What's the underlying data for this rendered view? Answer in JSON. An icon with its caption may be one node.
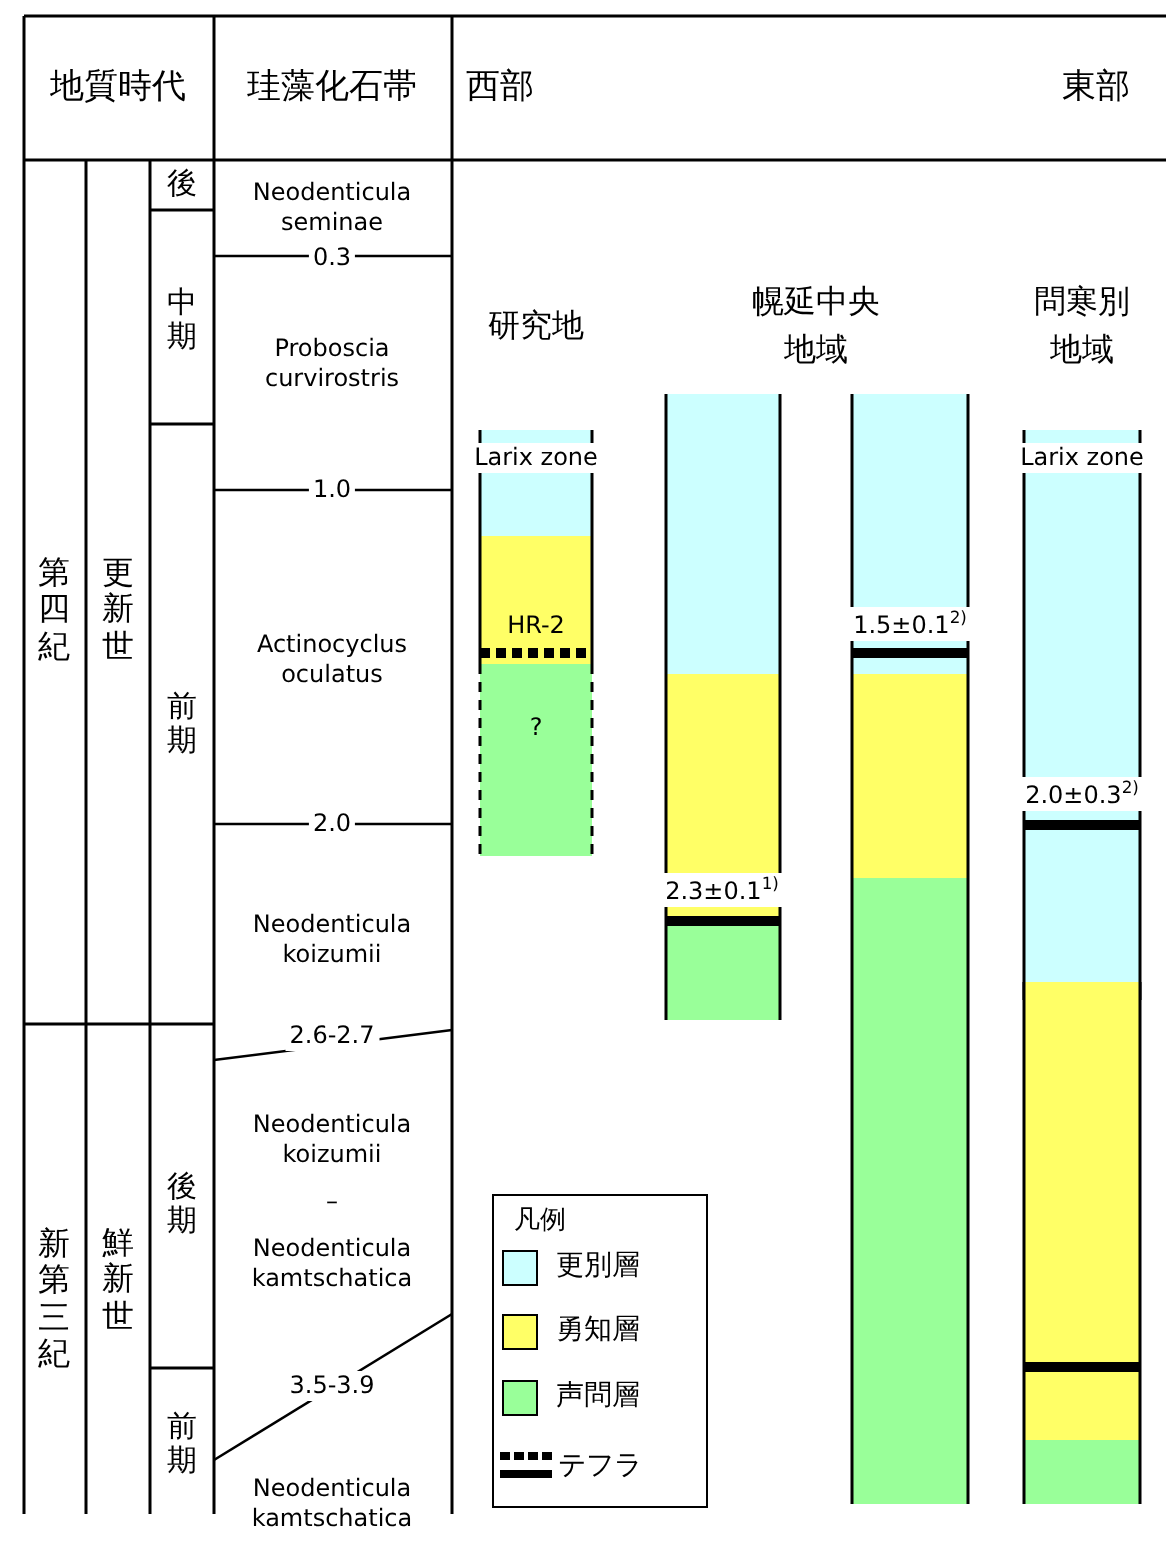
{
  "diagram": {
    "labels": [
      "地質時代",
      "珪藻化石帯",
      "西部",
      "東部",
      "後",
      "Neodenticula seminae",
      "0.3",
      "中期",
      "Proboscia curvirostris",
      "研究地",
      "幌延中央地域",
      "問寒別地域",
      "Larix zone",
      "Larix zone",
      "第四紀",
      "更新世",
      "1.0",
      "HR-2",
      "1.5±0.1$^{2)}$",
      "Actinocyclus oculatus",
      "前期",
      "?",
      "2.0",
      "2.0±0.3$^{2)}$",
      "Neodenticula koizumii",
      "2.3±0.1$^{1)}$",
      "2.6-2.7",
      "新第三紀",
      "鮮新世",
      "後期",
      "Neodenticula koizumii",
      "–",
      "Neodenticula kamtschatica",
      "3.5-3.9",
      "前期",
      "Neodenticula kamtschatica",
      "凡例"
    ],
    "legend": [
      {
        "text": "更別層",
        "color": "#ccffff"
      },
      {
        "text": "勇知層",
        "color": "#ffff66"
      },
      {
        "text": "声問層",
        "color": "#99ff99"
      },
      {
        "text": "テフラ"
      }
    ]
  }
}
